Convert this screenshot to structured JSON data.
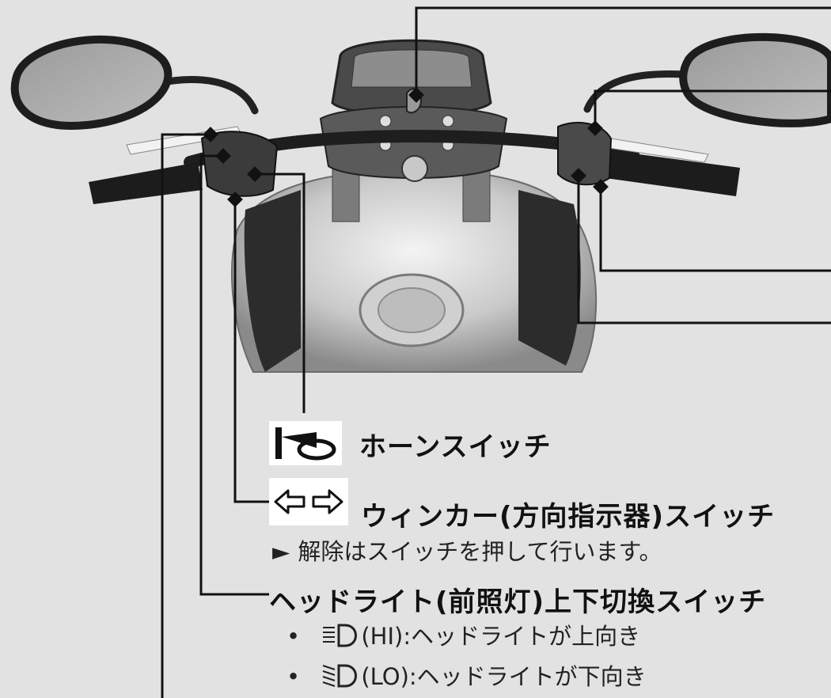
{
  "horn": {
    "label": "ホーンスイッチ",
    "icon": "horn-icon"
  },
  "winker": {
    "label": "ウィンカー(方向指示器)スイッチ",
    "icon": "turn-signal-arrows-icon",
    "note_marker": "►",
    "note": "解除はスイッチを押して行います。"
  },
  "headlight": {
    "label": "ヘッドライト(前照灯)上下切換スイッチ",
    "items": [
      {
        "bullet": "•",
        "icon": "high-beam-icon",
        "text": "(HI):ヘッドライトが上向き"
      },
      {
        "bullet": "•",
        "icon": "low-beam-icon",
        "text": "(LO):ヘッドライトが下向き"
      }
    ]
  },
  "colors": {
    "background": "#e2e2e2",
    "leader_line": "#111111",
    "icon_box": "#ffffff"
  }
}
